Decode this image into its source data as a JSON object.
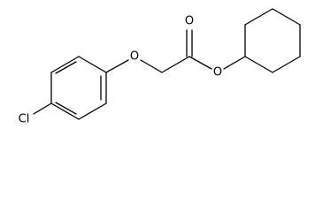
{
  "structure": {
    "atom_labels": {
      "carbonyl_oxygen": "O",
      "ether_oxygen": "O",
      "ester_oxygen": "O",
      "chlorine": "Cl"
    },
    "ink_color": "#000000",
    "background_color": "#ffffff"
  }
}
